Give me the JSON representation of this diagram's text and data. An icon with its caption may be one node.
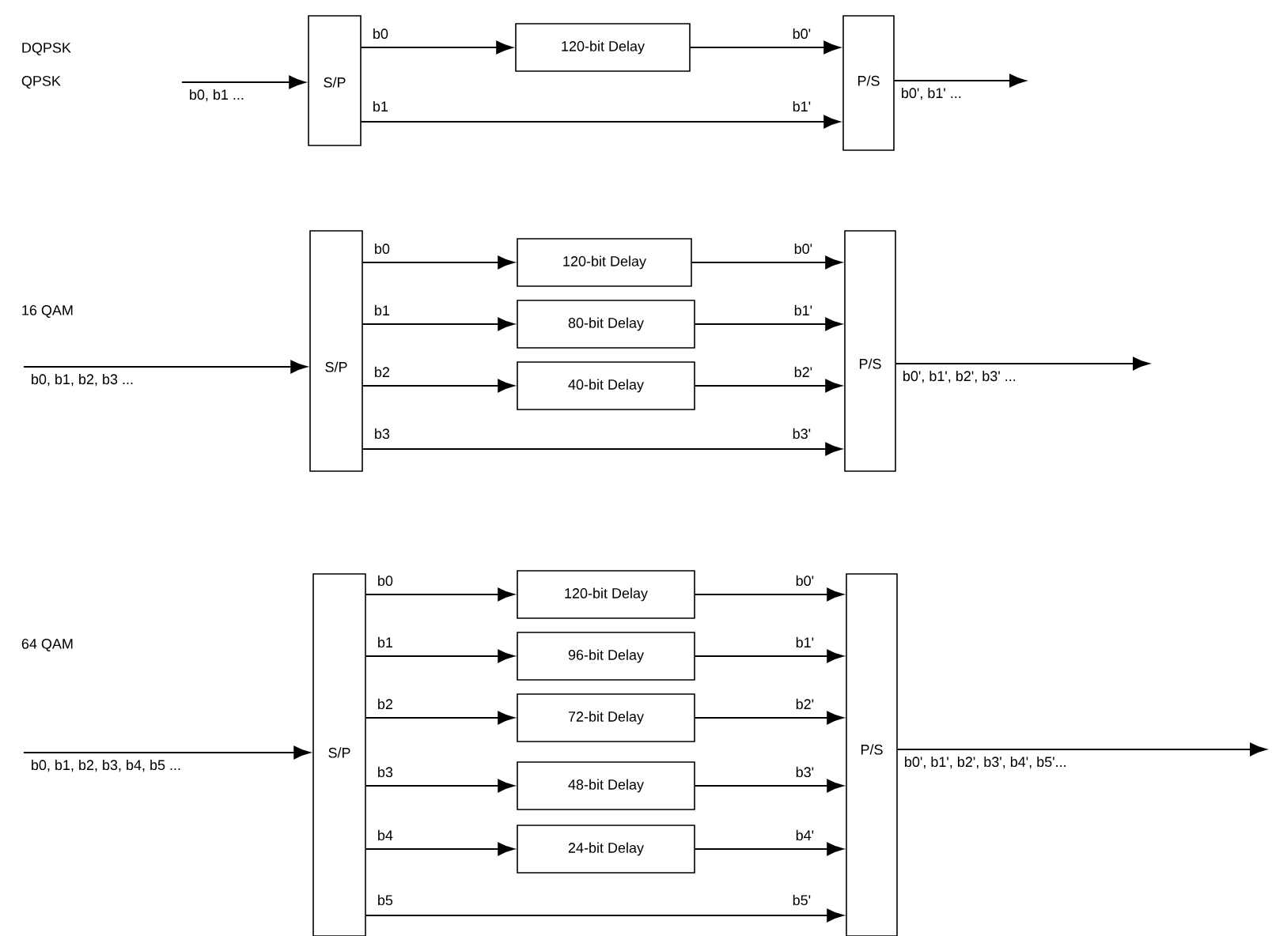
{
  "diagram": {
    "nodes": [
      {
        "text": [
          "S/P"
        ]
      },
      {
        "text": [
          "120-bit Delay"
        ]
      },
      {
        "text": [
          "P/S"
        ]
      },
      {
        "text": [
          "S/P"
        ]
      },
      {
        "text": [
          "120-bit Delay"
        ]
      },
      {
        "text": [
          "80-bit Delay"
        ]
      },
      {
        "text": [
          "40-bit Delay"
        ]
      },
      {
        "text": [
          "P/S"
        ]
      },
      {
        "text": [
          "S/P"
        ]
      },
      {
        "text": [
          "120-bit Delay"
        ]
      },
      {
        "text": [
          "96-bit Delay"
        ]
      },
      {
        "text": [
          "72-bit Delay"
        ]
      },
      {
        "text": [
          "48-bit Delay"
        ]
      },
      {
        "text": [
          "24-bit Delay"
        ]
      },
      {
        "text": [
          "P/S"
        ]
      }
    ],
    "edges": [
      {
        "from": null,
        "to": 0,
        "arrow": "to",
        "label": "b0, b1 ..."
      },
      {
        "from": 0,
        "to": 1,
        "arrow": "to",
        "label": "b0"
      },
      {
        "from": 1,
        "to": 2,
        "arrow": "to",
        "label": "b0'"
      },
      {
        "from": 0,
        "to": 2,
        "arrow": "to"
      },
      {
        "from": 2,
        "to": null,
        "arrow": "to",
        "label": "b0', b1' ..."
      },
      {
        "from": null,
        "to": 3,
        "arrow": "to",
        "label": "b0, b1, b2, b3 ..."
      },
      {
        "from": 3,
        "to": 4,
        "arrow": "to",
        "label": "b0"
      },
      {
        "from": 4,
        "to": 7,
        "arrow": "to",
        "label": "b0'"
      },
      {
        "from": 3,
        "to": 5,
        "arrow": "to",
        "label": "b1"
      },
      {
        "from": 5,
        "to": 7,
        "arrow": "to",
        "label": "b1'"
      },
      {
        "from": 3,
        "to": 6,
        "arrow": "to",
        "label": "b2"
      },
      {
        "from": 6,
        "to": 7,
        "arrow": "to",
        "label": "b2'"
      },
      {
        "from": 3,
        "to": 7,
        "arrow": "to"
      },
      {
        "from": 7,
        "to": null,
        "arrow": "to",
        "label": "b0', b1', b2', b3' ..."
      },
      {
        "from": null,
        "to": 8,
        "arrow": "to",
        "label": "b0, b1, b2, b3, b4, b5 ..."
      },
      {
        "from": 8,
        "to": 9,
        "arrow": "to",
        "label": "b0"
      },
      {
        "from": 9,
        "to": 14,
        "arrow": "to",
        "label": "b0'"
      },
      {
        "from": 8,
        "to": 10,
        "arrow": "to",
        "label": "b1"
      },
      {
        "from": 10,
        "to": 14,
        "arrow": "to",
        "label": "b1'"
      },
      {
        "from": 8,
        "to": 11,
        "arrow": "to",
        "label": "b2"
      },
      {
        "from": 11,
        "to": 14,
        "arrow": "to",
        "label": "b2'"
      },
      {
        "from": 8,
        "to": 12,
        "arrow": "to",
        "label": "b3"
      },
      {
        "from": 12,
        "to": 14,
        "arrow": "to",
        "label": "b3'"
      },
      {
        "from": 8,
        "to": 13,
        "arrow": "to",
        "label": "b4"
      },
      {
        "from": 13,
        "to": 14,
        "arrow": "to",
        "label": "b4'"
      },
      {
        "from": 8,
        "to": 14,
        "arrow": "to"
      },
      {
        "from": 14,
        "to": null,
        "arrow": "to",
        "label": "b0', b1', b2', b3', b4', b5'..."
      }
    ],
    "labels": [
      "DQPSK",
      "QPSK",
      "b1",
      "b1'",
      "16 QAM",
      "b3",
      "b3'",
      "64 QAM",
      "b5",
      "b5'"
    ]
  }
}
